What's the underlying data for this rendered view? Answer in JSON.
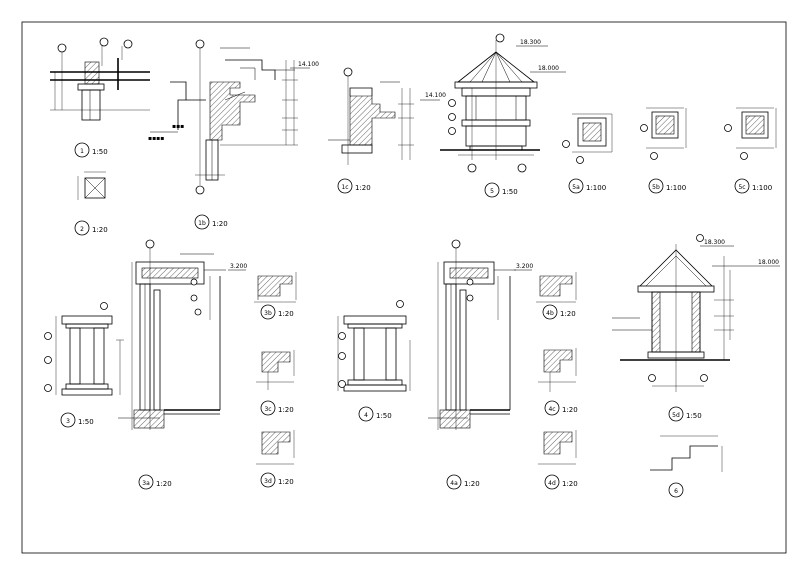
{
  "drawing": {
    "captions": {
      "d1": "1:50",
      "d2": "1:20",
      "d1b": "1:20",
      "d1c": "1:20",
      "d5": "1:50",
      "d5a": "1:100",
      "d5b": "1:100",
      "d5c": "1:100",
      "d3": "1:50",
      "d3a": "1:20",
      "d3b": "1:20",
      "d3c": "1:20",
      "d3d": "1:20",
      "d4": "1:50",
      "d4a": "1:20",
      "d4b": "1:20",
      "d4c": "1:20",
      "d4d": "1:20",
      "d5d": "1:50"
    },
    "markers": {
      "m1": "1",
      "m2": "2",
      "m1b": "1b",
      "m1c": "1c",
      "m5": "5",
      "m5a": "5a",
      "m5b": "5b",
      "m5c": "5c",
      "m3": "3",
      "m3a": "3a",
      "m3b": "3b",
      "m3c": "3c",
      "m3d": "3d",
      "m4": "4",
      "m4a": "4a",
      "m4b": "4b",
      "m4c": "4c",
      "m4d": "4d",
      "m5d": "5d",
      "m6": "6"
    },
    "elevations": {
      "roof_top_a": "18.300",
      "eave_a": "18.000",
      "roof_top_b": "18.300",
      "eave_b": "18.000",
      "level_1b": "14.100",
      "level_1c": "14.100",
      "level_3a": "3.200",
      "level_4a": "3.200"
    }
  }
}
